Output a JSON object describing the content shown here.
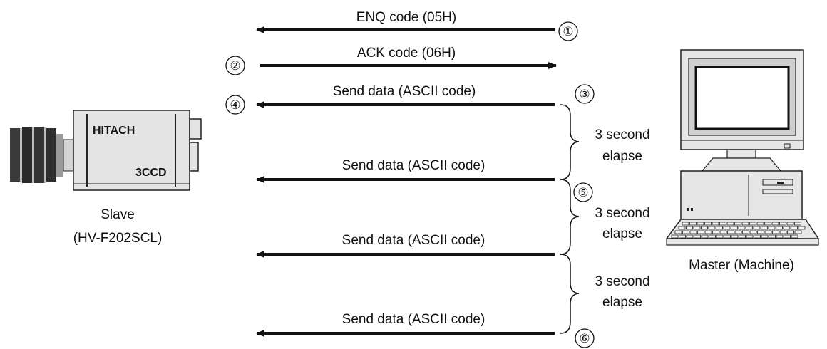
{
  "slave": {
    "camera_brand": "HITACH",
    "camera_model_mark": "3CCD",
    "label_line1": "Slave",
    "label_line2": "(HV-F202SCL)"
  },
  "master": {
    "label": "Master (Machine)"
  },
  "messages": [
    {
      "text": "ENQ code (05H)",
      "direction": "master-to-slave",
      "step": "①"
    },
    {
      "text": "ACK code (06H)",
      "direction": "slave-to-master",
      "step": "②"
    },
    {
      "text": "Send data (ASCII code)",
      "direction": "master-to-slave",
      "step": "③",
      "receive_step": "④"
    },
    {
      "text": "Send data (ASCII code)",
      "direction": "master-to-slave",
      "step": ""
    },
    {
      "text": "Send data (ASCII code)",
      "direction": "master-to-slave",
      "step": ""
    },
    {
      "text": "Send data (ASCII code)",
      "direction": "master-to-slave",
      "step": "⑥"
    }
  ],
  "intervals": [
    {
      "line1": "3 second",
      "line2": "elapse"
    },
    {
      "line1": "3 second",
      "line2": "elapse"
    },
    {
      "line1": "3 second",
      "line2": "elapse"
    }
  ],
  "intermediate_step": "⑤"
}
